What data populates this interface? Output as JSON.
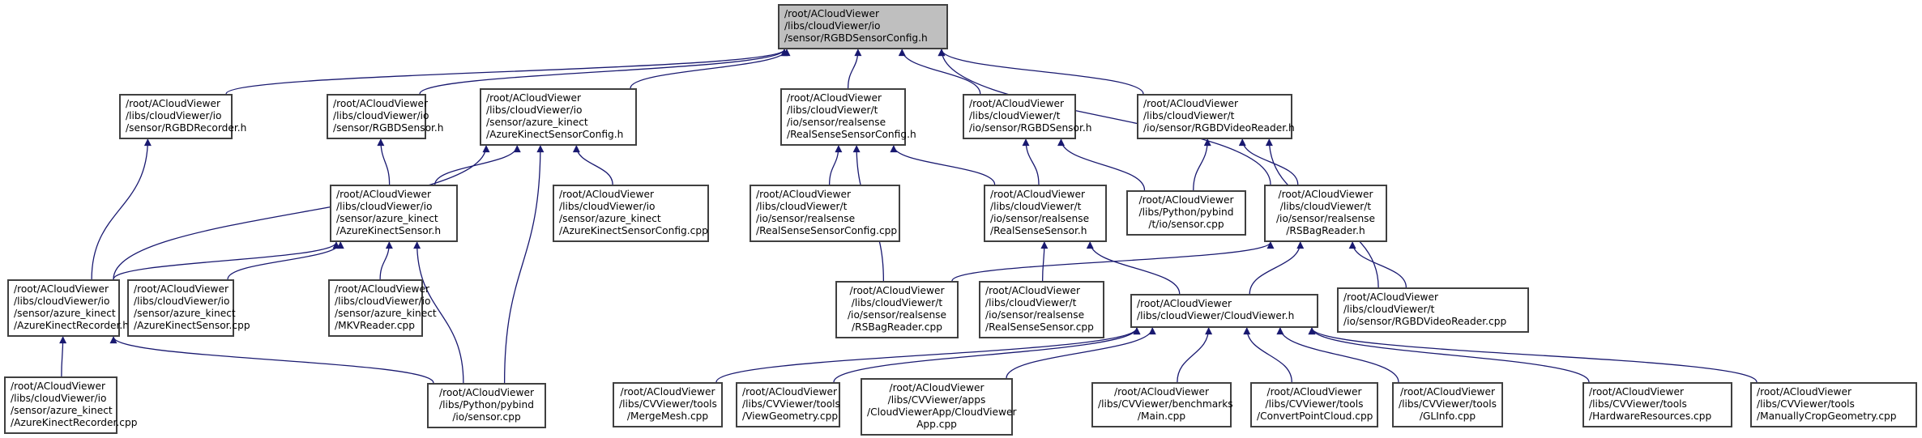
{
  "diagram": {
    "title": "Include dependency graph (included-by) for RGBDSensorConfig.h",
    "edge_color": "#191970",
    "root_fill": "#bfbfbf",
    "node_border": "#404040",
    "nodes": [
      {
        "id": "root",
        "lines": [
          "/root/ACloudViewer",
          "/libs/cloudViewer/io",
          "/sensor/RGBDSensorConfig.h"
        ]
      },
      {
        "id": "rgbdrecorder_h",
        "lines": [
          "/root/ACloudViewer",
          "/libs/cloudViewer/io",
          "/sensor/RGBDRecorder.h"
        ]
      },
      {
        "id": "rgbdsensor_h",
        "lines": [
          "/root/ACloudViewer",
          "/libs/cloudViewer/io",
          "/sensor/RGBDSensor.h"
        ]
      },
      {
        "id": "azsensorconfig_h",
        "lines": [
          "/root/ACloudViewer",
          "/libs/cloudViewer/io",
          "/sensor/azure_kinect",
          "/AzureKinectSensorConfig.h"
        ]
      },
      {
        "id": "rssensorconfig_h",
        "lines": [
          "/root/ACloudViewer",
          "/libs/cloudViewer/t",
          "/io/sensor/realsense",
          "/RealSenseSensorConfig.h"
        ]
      },
      {
        "id": "t_rgbdsensor_h",
        "lines": [
          "/root/ACloudViewer",
          "/libs/cloudViewer/t",
          "/io/sensor/RGBDSensor.h"
        ]
      },
      {
        "id": "t_rgbdvideoreader_h",
        "lines": [
          "/root/ACloudViewer",
          "/libs/cloudViewer/t",
          "/io/sensor/RGBDVideoReader.h"
        ]
      },
      {
        "id": "azsensor_h",
        "lines": [
          "/root/ACloudViewer",
          "/libs/cloudViewer/io",
          "/sensor/azure_kinect",
          "/AzureKinectSensor.h"
        ]
      },
      {
        "id": "azsensorconfig_cpp",
        "lines": [
          "/root/ACloudViewer",
          "/libs/cloudViewer/io",
          "/sensor/azure_kinect",
          "/AzureKinectSensorConfig.cpp"
        ]
      },
      {
        "id": "rssensorconfig_cpp",
        "lines": [
          "/root/ACloudViewer",
          "/libs/cloudViewer/t",
          "/io/sensor/realsense",
          "/RealSenseSensorConfig.cpp"
        ]
      },
      {
        "id": "rssensor_h",
        "lines": [
          "/root/ACloudViewer",
          "/libs/cloudViewer/t",
          "/io/sensor/realsense",
          "/RealSenseSensor.h"
        ]
      },
      {
        "id": "pybind_t_sensor_cpp",
        "lines": [
          "/root/ACloudViewer",
          "/libs/Python/pybind",
          "/t/io/sensor.cpp"
        ]
      },
      {
        "id": "rsbagreader_h",
        "lines": [
          "/root/ACloudViewer",
          "/libs/cloudViewer/t",
          "/io/sensor/realsense",
          "/RSBagReader.h"
        ]
      },
      {
        "id": "azrecorder_h",
        "lines": [
          "/root/ACloudViewer",
          "/libs/cloudViewer/io",
          "/sensor/azure_kinect",
          "/AzureKinectRecorder.h"
        ]
      },
      {
        "id": "azsensor_cpp",
        "lines": [
          "/root/ACloudViewer",
          "/libs/cloudViewer/io",
          "/sensor/azure_kinect",
          "/AzureKinectSensor.cpp"
        ]
      },
      {
        "id": "mkvreader_cpp",
        "lines": [
          "/root/ACloudViewer",
          "/libs/cloudViewer/io",
          "/sensor/azure_kinect",
          "/MKVReader.cpp"
        ]
      },
      {
        "id": "rsbagreader_cpp",
        "lines": [
          "/root/ACloudViewer",
          "/libs/cloudViewer/t",
          "/io/sensor/realsense",
          "/RSBagReader.cpp"
        ]
      },
      {
        "id": "rssensor_cpp",
        "lines": [
          "/root/ACloudViewer",
          "/libs/cloudViewer/t",
          "/io/sensor/realsense",
          "/RealSenseSensor.cpp"
        ]
      },
      {
        "id": "cloudviewer_h",
        "lines": [
          "/root/ACloudViewer",
          "/libs/cloudViewer/CloudViewer.h"
        ]
      },
      {
        "id": "t_rgbdvideoreader_cpp",
        "lines": [
          "/root/ACloudViewer",
          "/libs/cloudViewer/t",
          "/io/sensor/RGBDVideoReader.cpp"
        ]
      },
      {
        "id": "azrecorder_cpp",
        "lines": [
          "/root/ACloudViewer",
          "/libs/cloudViewer/io",
          "/sensor/azure_kinect",
          "/AzureKinectRecorder.cpp"
        ]
      },
      {
        "id": "pybind_sensor_cpp",
        "lines": [
          "/root/ACloudViewer",
          "/libs/Python/pybind",
          "/io/sensor.cpp"
        ]
      },
      {
        "id": "mergemesh_cpp",
        "lines": [
          "/root/ACloudViewer",
          "/libs/CVViewer/tools",
          "/MergeMesh.cpp"
        ]
      },
      {
        "id": "viewgeometry_cpp",
        "lines": [
          "/root/ACloudViewer",
          "/libs/CVViewer/tools",
          "/ViewGeometry.cpp"
        ]
      },
      {
        "id": "cloudviewerapp_cpp",
        "lines": [
          "/root/ACloudViewer",
          "/libs/CVViewer/apps",
          "/CloudViewerApp/CloudViewer",
          "App.cpp"
        ]
      },
      {
        "id": "bench_main_cpp",
        "lines": [
          "/root/ACloudViewer",
          "/libs/CVViewer/benchmarks",
          "/Main.cpp"
        ]
      },
      {
        "id": "convertpointcloud_cpp",
        "lines": [
          "/root/ACloudViewer",
          "/libs/CVViewer/tools",
          "/ConvertPointCloud.cpp"
        ]
      },
      {
        "id": "glinfo_cpp",
        "lines": [
          "/root/ACloudViewer",
          "/libs/CVViewer/tools",
          "/GLInfo.cpp"
        ]
      },
      {
        "id": "hardwareresources_cpp",
        "lines": [
          "/root/ACloudViewer",
          "/libs/CVViewer/tools",
          "/HardwareResources.cpp"
        ]
      },
      {
        "id": "manuallycropgeometry_cpp",
        "lines": [
          "/root/ACloudViewer",
          "/libs/CVViewer/tools",
          "/ManuallyCropGeometry.cpp"
        ]
      }
    ],
    "edges": [
      {
        "from": "rgbdrecorder_h",
        "to": "root"
      },
      {
        "from": "rgbdsensor_h",
        "to": "root"
      },
      {
        "from": "azsensorconfig_h",
        "to": "root"
      },
      {
        "from": "rssensorconfig_h",
        "to": "root"
      },
      {
        "from": "t_rgbdsensor_h",
        "to": "root"
      },
      {
        "from": "t_rgbdvideoreader_h",
        "to": "root"
      },
      {
        "from": "rsbagreader_h",
        "to": "root"
      },
      {
        "from": "azrecorder_h",
        "to": "rgbdrecorder_h"
      },
      {
        "from": "azsensor_h",
        "to": "rgbdsensor_h"
      },
      {
        "from": "azsensor_h",
        "to": "azsensorconfig_h"
      },
      {
        "from": "azrecorder_h",
        "to": "azsensorconfig_h"
      },
      {
        "from": "azsensorconfig_cpp",
        "to": "azsensorconfig_h"
      },
      {
        "from": "pybind_sensor_cpp",
        "to": "azsensorconfig_h"
      },
      {
        "from": "azrecorder_h",
        "to": "azsensor_h"
      },
      {
        "from": "azsensor_cpp",
        "to": "azsensor_h"
      },
      {
        "from": "mkvreader_cpp",
        "to": "azsensor_h"
      },
      {
        "from": "pybind_sensor_cpp",
        "to": "azsensor_h"
      },
      {
        "from": "azrecorder_cpp",
        "to": "azrecorder_h"
      },
      {
        "from": "pybind_sensor_cpp",
        "to": "azrecorder_h"
      },
      {
        "from": "rssensorconfig_cpp",
        "to": "rssensorconfig_h"
      },
      {
        "from": "rssensor_h",
        "to": "rssensorconfig_h"
      },
      {
        "from": "rsbagreader_cpp",
        "to": "rssensorconfig_h"
      },
      {
        "from": "rssensor_h",
        "to": "t_rgbdsensor_h"
      },
      {
        "from": "pybind_t_sensor_cpp",
        "to": "t_rgbdsensor_h"
      },
      {
        "from": "pybind_t_sensor_cpp",
        "to": "t_rgbdvideoreader_h"
      },
      {
        "from": "rsbagreader_h",
        "to": "t_rgbdvideoreader_h"
      },
      {
        "from": "t_rgbdvideoreader_cpp",
        "to": "t_rgbdvideoreader_h"
      },
      {
        "from": "rssensor_cpp",
        "to": "rssensor_h"
      },
      {
        "from": "cloudviewer_h",
        "to": "rssensor_h"
      },
      {
        "from": "rsbagreader_cpp",
        "to": "rsbagreader_h"
      },
      {
        "from": "cloudviewer_h",
        "to": "rsbagreader_h"
      },
      {
        "from": "t_rgbdvideoreader_cpp",
        "to": "rsbagreader_h"
      },
      {
        "from": "mergemesh_cpp",
        "to": "cloudviewer_h"
      },
      {
        "from": "viewgeometry_cpp",
        "to": "cloudviewer_h"
      },
      {
        "from": "cloudviewerapp_cpp",
        "to": "cloudviewer_h"
      },
      {
        "from": "bench_main_cpp",
        "to": "cloudviewer_h"
      },
      {
        "from": "convertpointcloud_cpp",
        "to": "cloudviewer_h"
      },
      {
        "from": "glinfo_cpp",
        "to": "cloudviewer_h"
      },
      {
        "from": "hardwareresources_cpp",
        "to": "cloudviewer_h"
      },
      {
        "from": "manuallycropgeometry_cpp",
        "to": "cloudviewer_h"
      }
    ]
  }
}
